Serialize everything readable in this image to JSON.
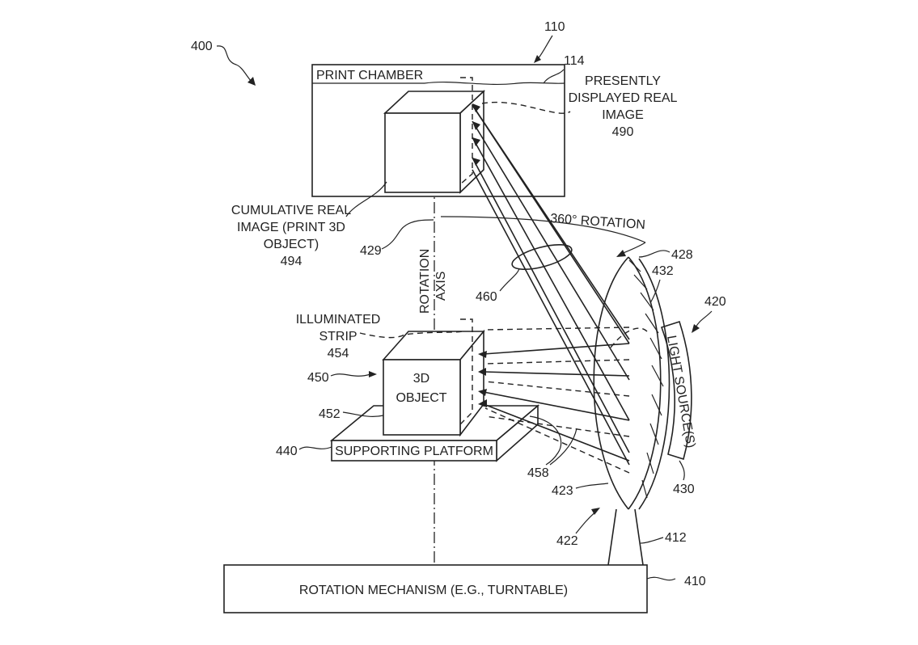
{
  "refs": {
    "r400": "400",
    "r110": "110",
    "r114": "114",
    "r490": "490",
    "r494": "494",
    "r429": "429",
    "r428": "428",
    "r432": "432",
    "r420": "420",
    "r460": "460",
    "r454": "454",
    "r450": "450",
    "r452": "452",
    "r440": "440",
    "r458": "458",
    "r423": "423",
    "r430": "430",
    "r422": "422",
    "r412": "412",
    "r410": "410"
  },
  "labels": {
    "print_chamber": "PRINT CHAMBER",
    "presently_1": "PRESENTLY",
    "presently_2": "DISPLAYED REAL",
    "presently_3": "IMAGE",
    "cumulative_1": "CUMULATIVE REAL",
    "cumulative_2": "IMAGE (PRINT 3D",
    "cumulative_3": "OBJECT)",
    "rotation_axis_1": "ROTATION",
    "rotation_axis_2": "AXIS",
    "rotation_360": "360° ROTATION",
    "illuminated_1": "ILLUMINATED",
    "illuminated_2": "STRIP",
    "object_1": "3D",
    "object_2": "OBJECT",
    "supporting_platform": "SUPPORTING PLATFORM",
    "light_sources": "LIGHT SOURCE(S)",
    "rotation_mechanism": "ROTATION MECHANISM (E.G., TURNTABLE)"
  }
}
